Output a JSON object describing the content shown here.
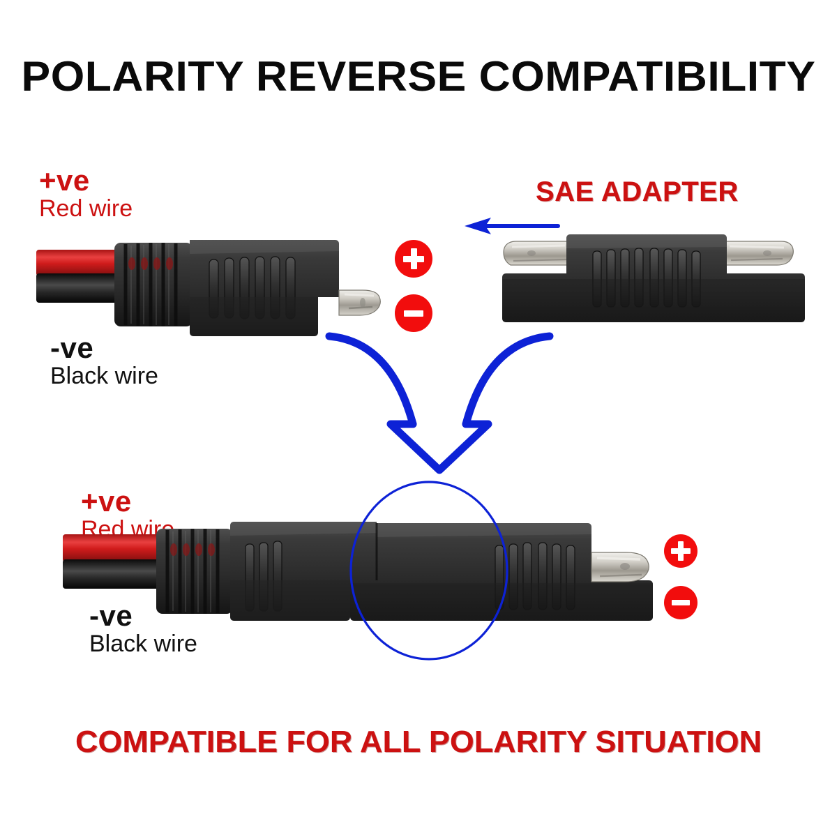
{
  "page": {
    "title": "POLARITY REVERSE COMPATIBILITY",
    "footer_caption": "COMPATIBLE FOR ALL POLARITY SITUATION",
    "background_color": "#ffffff"
  },
  "colors": {
    "title_text": "#0a0a0a",
    "red_accent": "#cc1111",
    "badge_red": "#f20d0d",
    "blue_arrow": "#0d22d6",
    "red_wire": "#d81f1f",
    "black_wire": "#141414",
    "connector_body": "#2e2e2e",
    "metal_contact": "#c9c6c0"
  },
  "top_section": {
    "left_connector": {
      "positive_label": {
        "sign": "+ve",
        "wire": "Red wire"
      },
      "negative_label": {
        "sign": "-ve",
        "wire": "Black wire"
      },
      "badges": [
        {
          "name": "plus",
          "symbol": "+"
        },
        {
          "name": "minus",
          "symbol": "-"
        }
      ]
    },
    "right_adapter": {
      "label": "SAE ADAPTER",
      "arrow_direction": "left"
    }
  },
  "merge_arrow": {
    "direction": "down",
    "color": "#0d22d6",
    "style": "outlined-merging"
  },
  "bottom_section": {
    "assembled_connector": {
      "positive_label": {
        "sign": "+ve",
        "wire": "Red wire"
      },
      "negative_label": {
        "sign": "-ve",
        "wire": "Black wire"
      },
      "badges": [
        {
          "name": "plus",
          "symbol": "+"
        },
        {
          "name": "minus",
          "symbol": "-"
        }
      ],
      "highlight": {
        "shape": "circle",
        "color": "#0d22d6"
      }
    }
  }
}
